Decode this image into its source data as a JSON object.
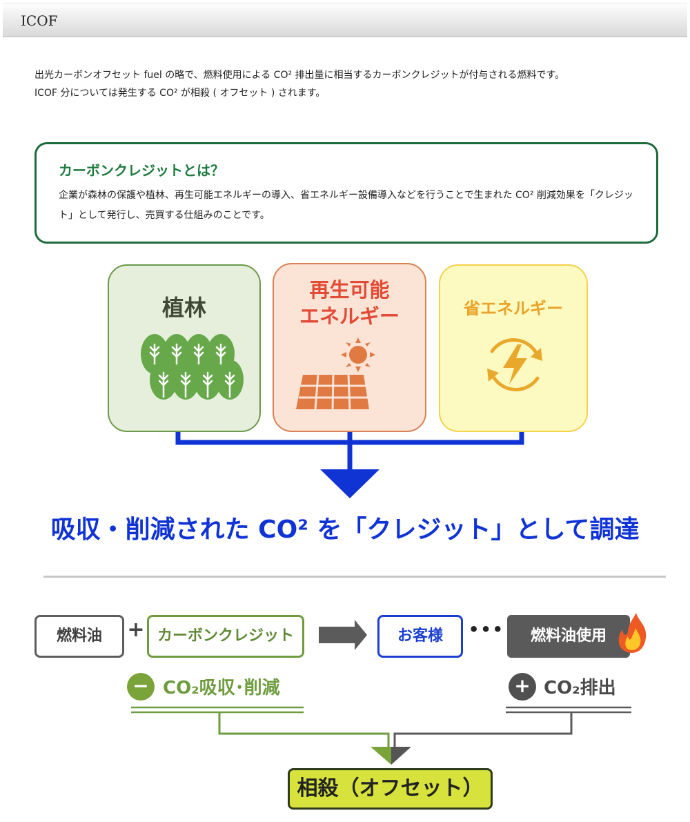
{
  "header": {
    "title": "ICOF"
  },
  "intro": {
    "line1": "出光カーボンオフセット fuel の略で、燃料使用による CO² 排出量に相当するカーボンクレジットが付与される燃料です。",
    "line2": "ICOF 分については発生する CO² が相殺 ( オフセット ) されます。"
  },
  "credit_info": {
    "heading": "カーボンクレジットとは？",
    "body": "企業が森林の保護や植林、再生可能エネルギーの導入、省エネルギー設備導入などを行うことで生まれた CO² 削減効果を「クレジット」として発行し、売買する仕組みのことです。"
  },
  "cards": {
    "forest": {
      "title": "植林",
      "icon": "tree-icon"
    },
    "renewable": {
      "title_line1": "再生可能",
      "title_line2": "エネルギー",
      "icon": "solar-panel-icon"
    },
    "energy_saving": {
      "title": "省エネルギー",
      "icon": "energy-cycle-icon"
    }
  },
  "slogan": "吸収・削減された CO² を「クレジット」として調達",
  "flow": {
    "fuel": "燃料油",
    "plus": "+",
    "carbon_credit": "カーボンクレジット",
    "customer": "お客様",
    "dots": "•••",
    "fuel_use": "燃料油使用",
    "minus_sign": "−",
    "absorb": "CO₂吸収･削減",
    "plus_sign": "+",
    "emit": "CO₂排出",
    "offset": "相殺（オフセット）"
  },
  "colors": {
    "brand_green": "#1d6b3a",
    "slogan_blue": "#1033d6",
    "arrow_blue": "#1034d4",
    "credit_green": "#6e9c3f",
    "offset_yellow": "#d7e33c"
  }
}
